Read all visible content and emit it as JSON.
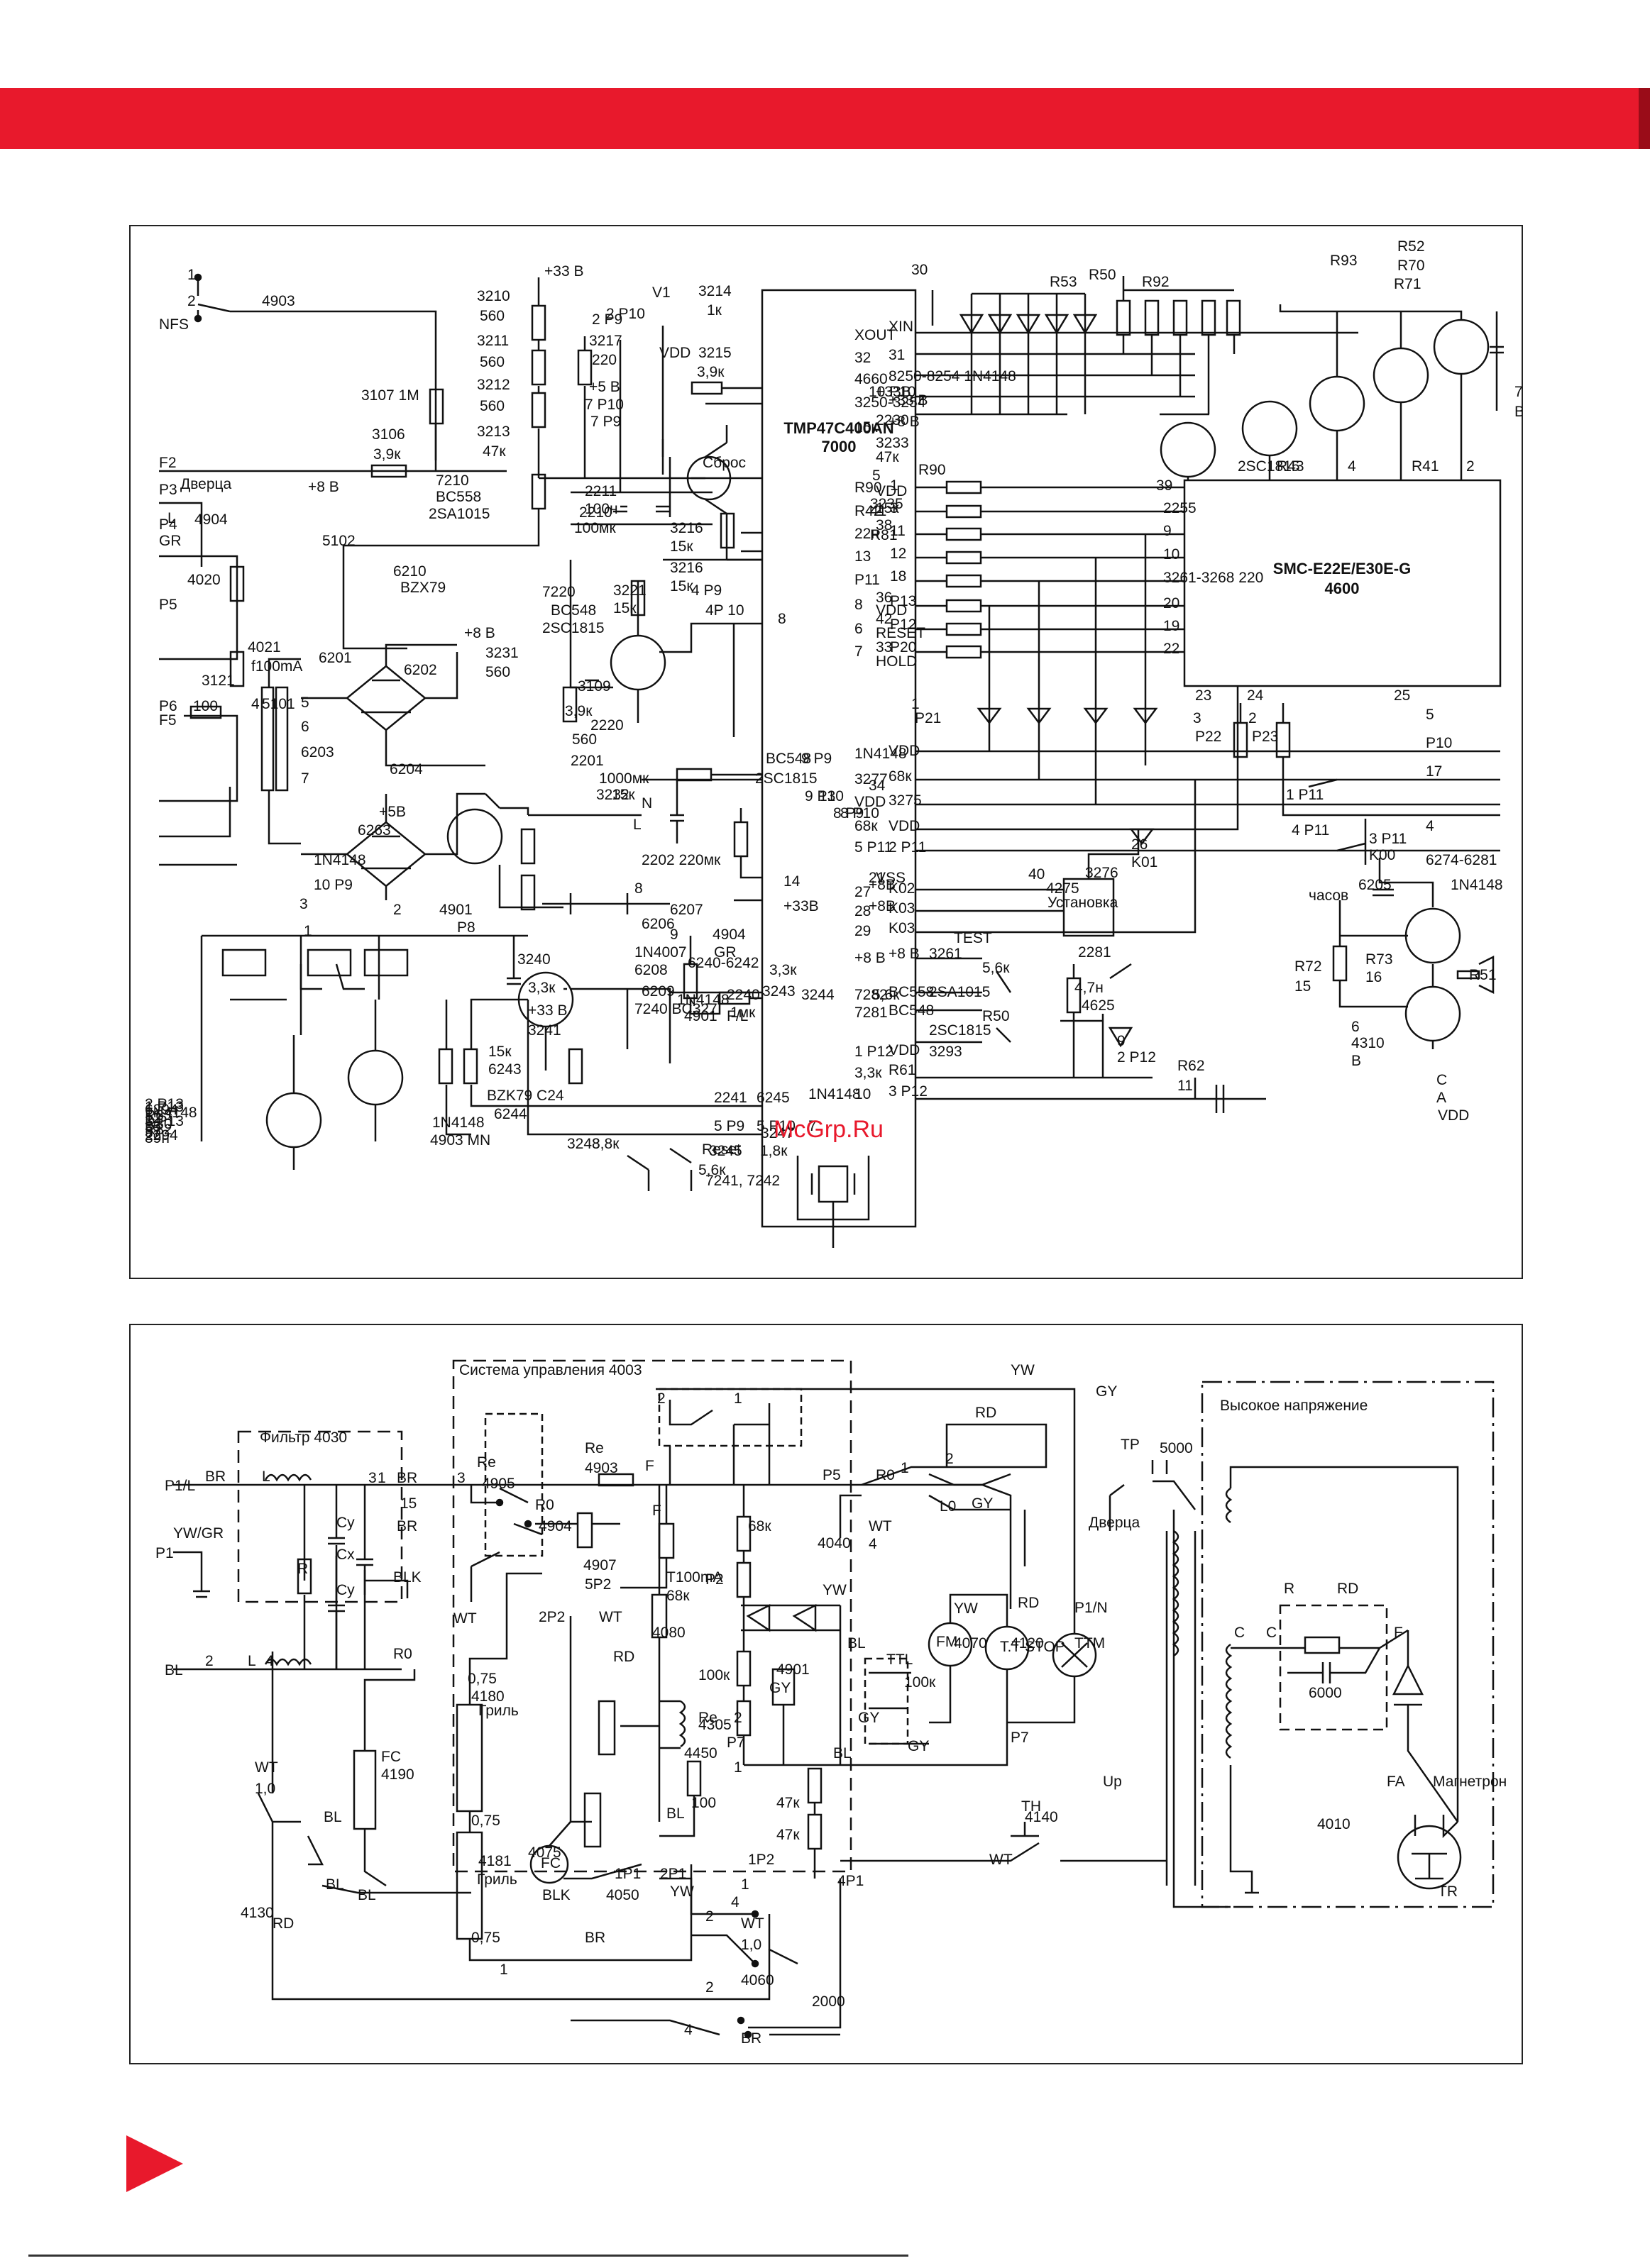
{
  "page": {
    "watermark": "McGrp.Ru",
    "accent_color": "#e8192c"
  },
  "control": {
    "mcu": [
      "TMP47C400AN",
      "7000"
    ],
    "module": [
      "SMC-E22E/E30E-G",
      "4600"
    ],
    "labels": [
      {
        "t": "1"
      },
      {
        "t": "2"
      },
      {
        "t": "4903"
      },
      {
        "t": "NFS"
      },
      {
        "t": "+33 В"
      },
      {
        "t": "3210"
      },
      {
        "t": "560"
      },
      {
        "t": "3211"
      },
      {
        "t": "560"
      },
      {
        "t": "3212"
      },
      {
        "t": "560"
      },
      {
        "t": "3213"
      },
      {
        "t": "47к"
      },
      {
        "t": "2 P9"
      },
      {
        "t": "3217"
      },
      {
        "t": "220"
      },
      {
        "t": "+5 В"
      },
      {
        "t": "7 P10"
      },
      {
        "t": "7 P9"
      },
      {
        "t": "2 P10"
      },
      {
        "t": "V1"
      },
      {
        "t": "3214"
      },
      {
        "t": "1к"
      },
      {
        "t": "VDD"
      },
      {
        "t": "3215"
      },
      {
        "t": "3,9к"
      },
      {
        "t": "3107 1M"
      },
      {
        "t": "3106"
      },
      {
        "t": "3,9к"
      },
      {
        "t": "F2"
      },
      {
        "t": "Дверца"
      },
      {
        "t": "P3"
      },
      {
        "t": "P4"
      },
      {
        "t": "L"
      },
      {
        "t": "4904"
      },
      {
        "t": "GR"
      },
      {
        "t": "+8 В"
      },
      {
        "t": "5102"
      },
      {
        "t": "7210"
      },
      {
        "t": "BC558"
      },
      {
        "t": "2SA1015"
      },
      {
        "t": "4020"
      },
      {
        "t": "P5"
      },
      {
        "t": "2211"
      },
      {
        "t": "100н"
      },
      {
        "t": "2210"
      },
      {
        "t": "100мк"
      },
      {
        "t": "Сброс"
      },
      {
        "t": "3216"
      },
      {
        "t": "15к"
      },
      {
        "t": "3216"
      },
      {
        "t": "15к"
      },
      {
        "t": "6210"
      },
      {
        "t": "BZX79"
      },
      {
        "t": "3221"
      },
      {
        "t": "15к"
      },
      {
        "t": "4 P9"
      },
      {
        "t": "4P 10"
      },
      {
        "t": "8"
      },
      {
        "t": "7220"
      },
      {
        "t": "BC548"
      },
      {
        "t": "2SC1815"
      },
      {
        "t": "4021"
      },
      {
        "t": "f100mA"
      },
      {
        "t": "3121"
      },
      {
        "t": "P6"
      },
      {
        "t": "100"
      },
      {
        "t": "F5"
      },
      {
        "t": "4"
      },
      {
        "t": "5101"
      },
      {
        "t": "6201"
      },
      {
        "t": "6202"
      },
      {
        "t": "5"
      },
      {
        "t": "6"
      },
      {
        "t": "6203"
      },
      {
        "t": "6204"
      },
      {
        "t": "7"
      },
      {
        "t": "+8 В"
      },
      {
        "t": "3231"
      },
      {
        "t": "560"
      },
      {
        "t": "3109"
      },
      {
        "t": "3,9к"
      },
      {
        "t": "2220"
      },
      {
        "t": "560"
      },
      {
        "t": "2201"
      },
      {
        "t": "1000мк"
      },
      {
        "t": "3232"
      },
      {
        "t": "15к"
      },
      {
        "t": "+5В"
      },
      {
        "t": "6263"
      },
      {
        "t": "1N4148"
      },
      {
        "t": "10 P9"
      },
      {
        "t": "3"
      },
      {
        "t": "2"
      },
      {
        "t": "1"
      },
      {
        "t": "4901"
      },
      {
        "t": "P8"
      },
      {
        "t": "N"
      },
      {
        "t": "L"
      },
      {
        "t": "2202 220мк"
      },
      {
        "t": "8"
      },
      {
        "t": "6206"
      },
      {
        "t": "6207"
      },
      {
        "t": "9"
      },
      {
        "t": "1N4007"
      },
      {
        "t": "6208"
      },
      {
        "t": "6209"
      },
      {
        "t": "7240 BC327"
      },
      {
        "t": "3240"
      },
      {
        "t": "3,3к"
      },
      {
        "t": "+33 В"
      },
      {
        "t": "3241"
      },
      {
        "t": "15к"
      },
      {
        "t": "6243"
      },
      {
        "t": "BZK79 C24"
      },
      {
        "t": "6244"
      },
      {
        "t": "1N4148"
      },
      {
        "t": "4903 MN"
      },
      {
        "t": "4904"
      },
      {
        "t": "GR"
      },
      {
        "t": "6240-6242"
      },
      {
        "t": "1N4148"
      },
      {
        "t": "4901"
      },
      {
        "t": "F/L"
      },
      {
        "t": "2240"
      },
      {
        "t": "1мк"
      },
      {
        "t": "3244"
      },
      {
        "t": "3,3к"
      },
      {
        "t": "3243"
      },
      {
        "t": "5,6к"
      },
      {
        "t": "3245"
      },
      {
        "t": "5,6к"
      },
      {
        "t": "3247"
      },
      {
        "t": "1,8к"
      },
      {
        "t": "2241"
      },
      {
        "t": "6245"
      },
      {
        "t": "1N4148"
      },
      {
        "t": "5 P9"
      },
      {
        "t": "5 P10"
      },
      {
        "t": "7"
      },
      {
        "t": "3248"
      },
      {
        "t": "3,8к"
      },
      {
        "t": "Reset"
      },
      {
        "t": "7241, 7242"
      },
      {
        "t": "BC548"
      },
      {
        "t": "2SC1815"
      },
      {
        "t": "9 P9"
      },
      {
        "t": "9 P10"
      },
      {
        "t": "13"
      },
      {
        "t": "8 P9"
      },
      {
        "t": "8 P10"
      },
      {
        "t": "14"
      },
      {
        "t": "+33В"
      },
      {
        "t": "+8В"
      },
      {
        "t": "+8В"
      },
      {
        "t": "+33В"
      },
      {
        "t": "10 P10"
      },
      {
        "t": "2230"
      },
      {
        "t": "3233"
      },
      {
        "t": "47к"
      },
      {
        "t": "5"
      },
      {
        "t": "VDD"
      },
      {
        "t": "3235"
      },
      {
        "t": "15к"
      },
      {
        "t": "41"
      },
      {
        "t": "38"
      },
      {
        "t": "R81"
      },
      {
        "t": "36"
      },
      {
        "t": "VDD"
      },
      {
        "t": "42"
      },
      {
        "t": "RESET"
      },
      {
        "t": "33"
      },
      {
        "t": "HOLD"
      },
      {
        "t": "34"
      },
      {
        "t": "VSS"
      },
      {
        "t": "21"
      },
      {
        "t": "TEST"
      },
      {
        "t": "30"
      },
      {
        "t": "R53"
      },
      {
        "t": "R50"
      },
      {
        "t": "R92"
      },
      {
        "t": "R93"
      },
      {
        "t": "R52"
      },
      {
        "t": "R70"
      },
      {
        "t": "R71"
      },
      {
        "t": "XOUT"
      },
      {
        "t": "XIN"
      },
      {
        "t": "32"
      },
      {
        "t": "31"
      },
      {
        "t": "4660"
      },
      {
        "t": "8250-8254 1N4148"
      },
      {
        "t": "3250-3254"
      },
      {
        "t": "+33 В"
      },
      {
        "t": "15к"
      },
      {
        "t": "+8 В"
      },
      {
        "t": "7250-7254"
      },
      {
        "t": "BC5488"
      },
      {
        "t": "2SC1815"
      },
      {
        "t": "R43"
      },
      {
        "t": "4"
      },
      {
        "t": "R41"
      },
      {
        "t": "2"
      },
      {
        "t": "R90"
      },
      {
        "t": "1"
      },
      {
        "t": "R90"
      },
      {
        "t": "39"
      },
      {
        "t": "R42"
      },
      {
        "t": "3"
      },
      {
        "t": "2255"
      },
      {
        "t": "22н"
      },
      {
        "t": "11"
      },
      {
        "t": "9"
      },
      {
        "t": "13"
      },
      {
        "t": "12"
      },
      {
        "t": "10"
      },
      {
        "t": "P11"
      },
      {
        "t": "18"
      },
      {
        "t": "3261-3268 220"
      },
      {
        "t": "8"
      },
      {
        "t": "P13"
      },
      {
        "t": "20"
      },
      {
        "t": "6"
      },
      {
        "t": "P12"
      },
      {
        "t": "19"
      },
      {
        "t": "7"
      },
      {
        "t": "P20"
      },
      {
        "t": "22"
      },
      {
        "t": "1"
      },
      {
        "t": "P21"
      },
      {
        "t": "23"
      },
      {
        "t": "3"
      },
      {
        "t": "P22"
      },
      {
        "t": "24"
      },
      {
        "t": "2"
      },
      {
        "t": "P23"
      },
      {
        "t": "25"
      },
      {
        "t": "5"
      },
      {
        "t": "P10"
      },
      {
        "t": "17"
      },
      {
        "t": "4"
      },
      {
        "t": "6274-6281"
      },
      {
        "t": "1N4148"
      },
      {
        "t": "VDD"
      },
      {
        "t": "3277"
      },
      {
        "t": "68к"
      },
      {
        "t": "VDD"
      },
      {
        "t": "3275"
      },
      {
        "t": "68к"
      },
      {
        "t": "VDD"
      },
      {
        "t": "5 P11"
      },
      {
        "t": "2 P11"
      },
      {
        "t": "1 P11"
      },
      {
        "t": "4 P11"
      },
      {
        "t": "3 P11"
      },
      {
        "t": "K00"
      },
      {
        "t": "26"
      },
      {
        "t": "K01"
      },
      {
        "t": "27"
      },
      {
        "t": "K02"
      },
      {
        "t": "28"
      },
      {
        "t": "K03"
      },
      {
        "t": "29"
      },
      {
        "t": "K03"
      },
      {
        "t": "40"
      },
      {
        "t": "4275"
      },
      {
        "t": "3276"
      },
      {
        "t": "Установка"
      },
      {
        "t": "часов"
      },
      {
        "t": "6205"
      },
      {
        "t": "1N4148"
      },
      {
        "t": "R72"
      },
      {
        "t": "15"
      },
      {
        "t": "R73"
      },
      {
        "t": "16"
      },
      {
        "t": "R51"
      },
      {
        "t": "6"
      },
      {
        "t": "4310"
      },
      {
        "t": "B"
      },
      {
        "t": "C"
      },
      {
        "t": "A"
      },
      {
        "t": "VDD"
      },
      {
        "t": "+8 В"
      },
      {
        "t": "+8 В"
      },
      {
        "t": "3261"
      },
      {
        "t": "5,6к"
      },
      {
        "t": "2281"
      },
      {
        "t": "4,7н"
      },
      {
        "t": "4625"
      },
      {
        "t": "7282"
      },
      {
        "t": "BC558"
      },
      {
        "t": "2SA1015"
      },
      {
        "t": "7281"
      },
      {
        "t": "BC548"
      },
      {
        "t": "2SC1815"
      },
      {
        "t": "R50"
      },
      {
        "t": "9"
      },
      {
        "t": "2 P12"
      },
      {
        "t": "1 P12"
      },
      {
        "t": "VDD"
      },
      {
        "t": "3293"
      },
      {
        "t": "3,3к"
      },
      {
        "t": "R61"
      },
      {
        "t": "10"
      },
      {
        "t": "3 P12"
      },
      {
        "t": "R62"
      },
      {
        "t": "11"
      },
      {
        "t": "2 P13"
      },
      {
        "t": "1 P13"
      },
      {
        "t": "6294"
      },
      {
        "t": "1N4148"
      },
      {
        "t": "R63"
      },
      {
        "t": "12"
      },
      {
        "t": "3 P13"
      },
      {
        "t": "R80"
      },
      {
        "t": "35"
      },
      {
        "t": "R82"
      },
      {
        "t": "37"
      },
      {
        "t": "2294"
      },
      {
        "t": "39н"
      }
    ]
  },
  "power": {
    "labels": [
      {
        "t": "Система управления 4003"
      },
      {
        "t": "YW"
      },
      {
        "t": "GY"
      },
      {
        "t": "2"
      },
      {
        "t": "1"
      },
      {
        "t": "RD"
      },
      {
        "t": "Высокое напряжение"
      },
      {
        "t": "TP"
      },
      {
        "t": "5000"
      },
      {
        "t": "P1/L"
      },
      {
        "t": "BR"
      },
      {
        "t": "Фильтр 4030"
      },
      {
        "t": "L"
      },
      {
        "t": "3"
      },
      {
        "t": "1"
      },
      {
        "t": "BR"
      },
      {
        "t": "15"
      },
      {
        "t": "BR"
      },
      {
        "t": "Re"
      },
      {
        "t": "4905"
      },
      {
        "t": "3"
      },
      {
        "t": "Re"
      },
      {
        "t": "4903"
      },
      {
        "t": "F"
      },
      {
        "t": "P5"
      },
      {
        "t": "R0"
      },
      {
        "t": "1"
      },
      {
        "t": "2"
      },
      {
        "t": "GY"
      },
      {
        "t": "YW/GR"
      },
      {
        "t": "P1"
      },
      {
        "t": "R"
      },
      {
        "t": "Cy"
      },
      {
        "t": "Cx"
      },
      {
        "t": "Cy"
      },
      {
        "t": "BLK"
      },
      {
        "t": "R0"
      },
      {
        "t": "4904"
      },
      {
        "t": "F"
      },
      {
        "t": "T100mA"
      },
      {
        "t": "68к"
      },
      {
        "t": "68к"
      },
      {
        "t": "P2"
      },
      {
        "t": "4040"
      },
      {
        "t": "WT"
      },
      {
        "t": "4"
      },
      {
        "t": "L0"
      },
      {
        "t": "Дверца"
      },
      {
        "t": "YW"
      },
      {
        "t": "YW"
      },
      {
        "t": "RD"
      },
      {
        "t": "P1/N"
      },
      {
        "t": "BL"
      },
      {
        "t": "2"
      },
      {
        "t": "L"
      },
      {
        "t": "4"
      },
      {
        "t": "R0"
      },
      {
        "t": "4907"
      },
      {
        "t": "5P2"
      },
      {
        "t": "2P2"
      },
      {
        "t": "WT"
      },
      {
        "t": "WT"
      },
      {
        "t": "RD"
      },
      {
        "t": "4080"
      },
      {
        "t": "4070"
      },
      {
        "t": "4120"
      },
      {
        "t": "TTM"
      },
      {
        "t": "FM"
      },
      {
        "t": "T.T-STOP"
      },
      {
        "t": "BL"
      },
      {
        "t": "TTL"
      },
      {
        "t": "100к"
      },
      {
        "t": "100к"
      },
      {
        "t": "Re"
      },
      {
        "t": "4901"
      },
      {
        "t": "GY"
      },
      {
        "t": "GY"
      },
      {
        "t": "GY"
      },
      {
        "t": "P7"
      },
      {
        "t": "BL"
      },
      {
        "t": "0,75"
      },
      {
        "t": "4180"
      },
      {
        "t": "Гриль"
      },
      {
        "t": "4305"
      },
      {
        "t": "2"
      },
      {
        "t": "P7"
      },
      {
        "t": "1"
      },
      {
        "t": "WT"
      },
      {
        "t": "1,0"
      },
      {
        "t": "FC"
      },
      {
        "t": "4190"
      },
      {
        "t": "BL"
      },
      {
        "t": "0,75"
      },
      {
        "t": "4181"
      },
      {
        "t": "Гриль"
      },
      {
        "t": "4450"
      },
      {
        "t": "BL"
      },
      {
        "t": "4075"
      },
      {
        "t": "FC"
      },
      {
        "t": "1P1"
      },
      {
        "t": "2P1"
      },
      {
        "t": "1P2"
      },
      {
        "t": "100"
      },
      {
        "t": "47к"
      },
      {
        "t": "47к"
      },
      {
        "t": "TH"
      },
      {
        "t": "4140"
      },
      {
        "t": "WT"
      },
      {
        "t": "4P1"
      },
      {
        "t": "Up"
      },
      {
        "t": "4130"
      },
      {
        "t": "BL"
      },
      {
        "t": "BL"
      },
      {
        "t": "BLK"
      },
      {
        "t": "4050"
      },
      {
        "t": "YW"
      },
      {
        "t": "1"
      },
      {
        "t": "2"
      },
      {
        "t": "4"
      },
      {
        "t": "WT"
      },
      {
        "t": "RD"
      },
      {
        "t": "0,75"
      },
      {
        "t": "BR"
      },
      {
        "t": "1,0"
      },
      {
        "t": "1"
      },
      {
        "t": "2"
      },
      {
        "t": "4060"
      },
      {
        "t": "4"
      },
      {
        "t": "BR"
      },
      {
        "t": "2000"
      },
      {
        "t": "R"
      },
      {
        "t": "RD"
      },
      {
        "t": "C"
      },
      {
        "t": "C"
      },
      {
        "t": "6000"
      },
      {
        "t": "F"
      },
      {
        "t": "FA"
      },
      {
        "t": "Магнетрон"
      },
      {
        "t": "4010"
      },
      {
        "t": "TR"
      }
    ]
  }
}
